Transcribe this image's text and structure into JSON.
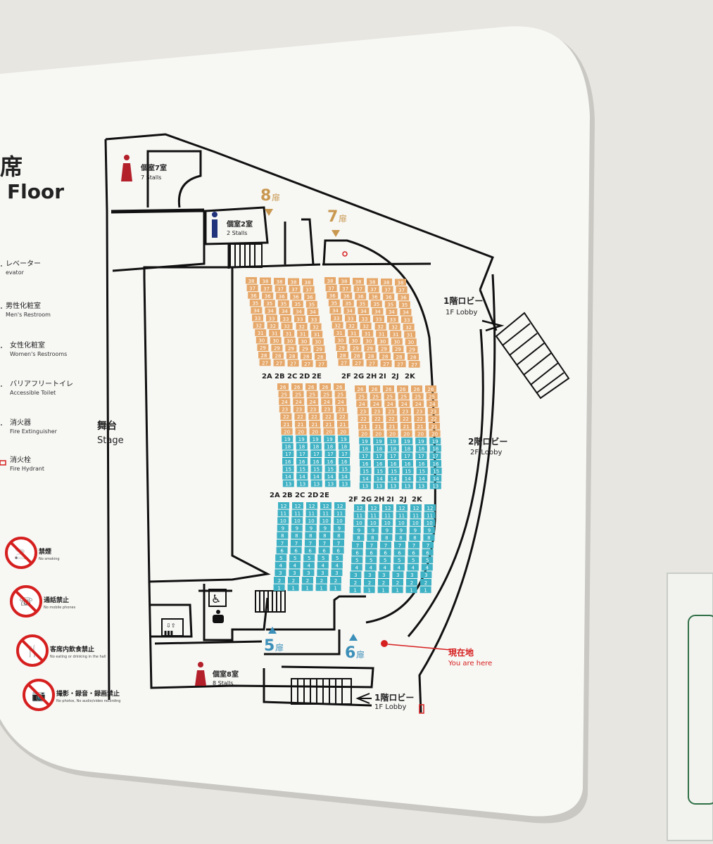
{
  "header": {
    "title_partial": "席",
    "floor_partial": "Floor"
  },
  "legend": [
    {
      "jp": "レベーター",
      "en": "evator",
      "icon": "elevator-icon"
    },
    {
      "jp": "男性化粧室",
      "en": "Men's Restroom",
      "icon": "mens-restroom-icon"
    },
    {
      "jp": "女性化粧室",
      "en": "Women's Restrooms",
      "icon": "womens-restroom-icon"
    },
    {
      "jp": "バリアフリートイレ",
      "en": "Accessible Toilet",
      "icon": "accessible-toilet-icon"
    },
    {
      "jp": "消火器",
      "en": "Fire Extinguisher",
      "icon": "fire-extinguisher-icon"
    },
    {
      "jp": "消火栓",
      "en": "Fire Hydrant",
      "icon": "fire-hydrant-icon"
    }
  ],
  "prohibitions": [
    {
      "jp": "禁煙",
      "en": "No smoking",
      "icon": "no-smoking-icon"
    },
    {
      "jp": "通話禁止",
      "en": "No mobile phones",
      "icon": "no-phone-icon"
    },
    {
      "jp": "客席内飲食禁止",
      "en": "No eating or drinking in the hall",
      "icon": "no-food-icon"
    },
    {
      "jp": "撮影・録音・録画禁止",
      "en": "No photos, No audio/video recording",
      "icon": "no-camera-icon"
    }
  ],
  "stage": {
    "jp": "舞台",
    "en": "Stage"
  },
  "stalls": [
    {
      "jp": "個室7室",
      "en": "7 Stalls"
    },
    {
      "jp": "個室2室",
      "en": "2 Stalls"
    },
    {
      "jp": "個室8室",
      "en": "8 Stalls"
    }
  ],
  "doors": [
    "8",
    "7",
    "5",
    "6"
  ],
  "door_suffix": "扉",
  "lobbies": {
    "first_top": {
      "jp": "1階ロビー",
      "en": "1F Lobby"
    },
    "second": {
      "jp": "2階ロビー",
      "en": "2F Lobby"
    },
    "first_bottom": {
      "jp": "1階ロビー",
      "en": "1F Lobby"
    }
  },
  "you_are_here": {
    "jp": "現在地",
    "en": "You are here"
  },
  "rows": {
    "left": [
      "2A",
      "2B",
      "2C",
      "2D",
      "2E"
    ],
    "right": [
      "2F",
      "2G",
      "2H",
      "2I",
      "2J",
      "2K"
    ]
  },
  "seat_blocks": {
    "top": {
      "from": 38,
      "to": 27
    },
    "middle": {
      "from": 26,
      "to": 13
    },
    "bottom": {
      "from": 12,
      "to": 1
    }
  },
  "colors": {
    "orange": "#e6a86a",
    "blue": "#3fb1c4",
    "red": "#d61f1f",
    "door": "#c99850",
    "door_blue": "#3b8fb8"
  }
}
